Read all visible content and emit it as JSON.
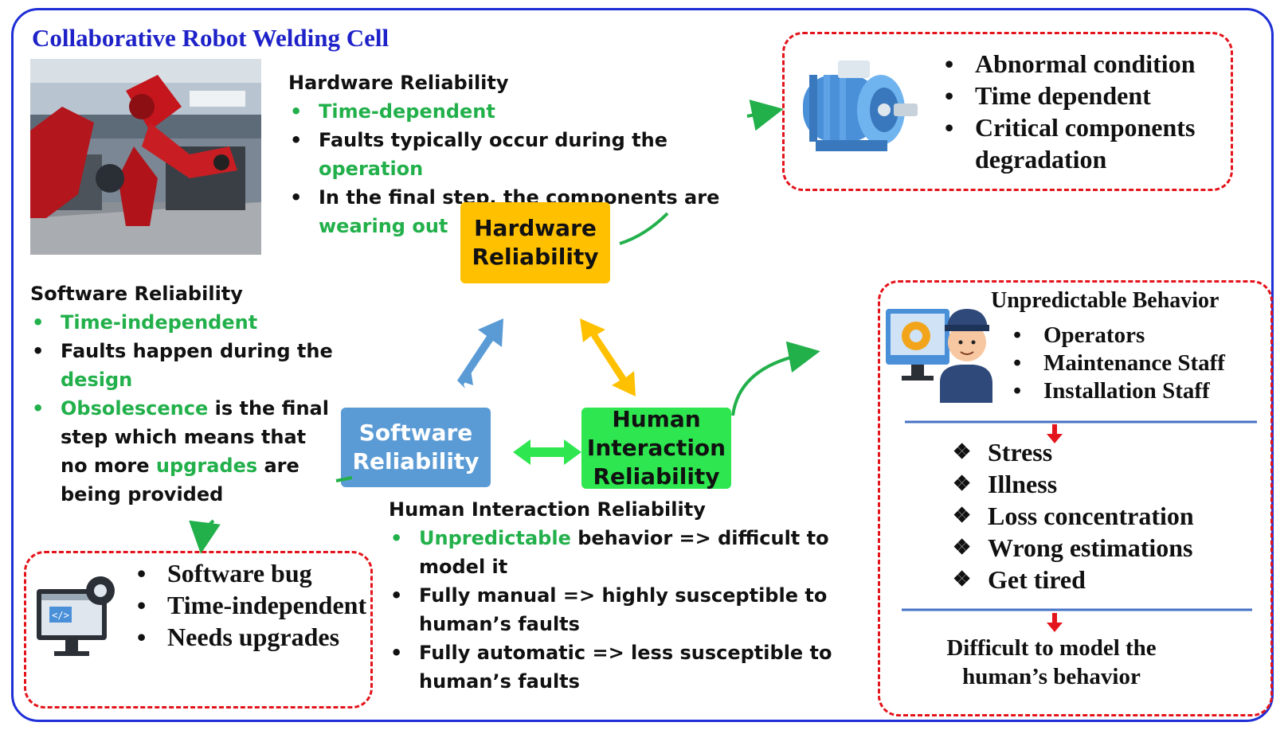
{
  "title": "Collaborative Robot Welding Cell",
  "hardware": {
    "heading": "Hardware Reliability",
    "items": [
      {
        "text_green": "Time-dependent"
      },
      {
        "text": "Faults typically occur during the ",
        "text_green": "operation"
      },
      {
        "text": "In the final step, the components are ",
        "text_green": "wearing out"
      }
    ]
  },
  "software": {
    "heading": "Software Reliability",
    "item1": "Time-independent",
    "item2": "Faults happen during the ",
    "item2_green": "design",
    "item3_green": "Obsolescence",
    "item3a": " is the final step which means that no more ",
    "item3_green2": "upgrades",
    "item3b": " are being provided"
  },
  "human": {
    "heading": "Human Interaction Reliability",
    "item1_green": "Unpredictable",
    "item1": " behavior => difficult to model it",
    "item2": "Fully manual => highly susceptible to human’s faults",
    "item3": "Fully automatic => less susceptible to human’s faults"
  },
  "boxes": {
    "hardware": "Hardware Reliability",
    "software": "Software Reliability",
    "human": "Human Interaction Reliability"
  },
  "motor_panel": {
    "items": [
      "Abnormal condition",
      "Time dependent",
      "Critical components degradation"
    ]
  },
  "software_panel": {
    "items": [
      "Software bug",
      "Time-independent",
      "Needs upgrades"
    ]
  },
  "human_panel": {
    "heading": "Unpredictable Behavior",
    "staff": [
      "Operators",
      "Maintenance Staff",
      "Installation Staff"
    ],
    "factors": [
      "Stress",
      "Illness",
      "Loss concentration",
      "Wrong estimations",
      "Get tired"
    ],
    "conclusion": "Difficult to model the human’s behavior"
  },
  "colors": {
    "frame": "#1f2fd6",
    "hardware_box": "#ffc000",
    "software_box": "#5b9bd5",
    "human_box": "#2ee64f",
    "highlight": "#22b04b",
    "dash": "#e3141b"
  }
}
